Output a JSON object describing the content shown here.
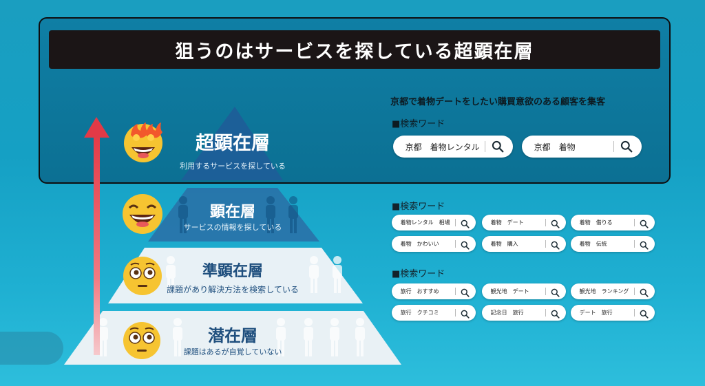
{
  "title": "狙うのはサービスを探している超顕在層",
  "tiers": [
    {
      "name": "超顕在層",
      "sub": "利用するサービスを探している"
    },
    {
      "name": "顕在層",
      "sub": "サービスの情報を探している"
    },
    {
      "name": "準顕在層",
      "sub": "課題があり解決方法を検索している"
    },
    {
      "name": "潜在層",
      "sub": "課題はあるが自覚していない"
    }
  ],
  "right": {
    "headline": "京都で着物デートをしたい購買意欲のある顧客を集客",
    "groups": [
      {
        "label": "■検索ワード",
        "words": [
          "京都　着物レンタル",
          "京都　着物"
        ]
      },
      {
        "label": "■検索ワード",
        "words": [
          "着物レンタル　相場",
          "着物　デート",
          "着物　借りる",
          "着物　かわいい",
          "着物　購入",
          "着物　伝統"
        ]
      },
      {
        "label": "■検索ワード",
        "words": [
          "旅行　おすすめ",
          "観光地　デート",
          "観光地　ランキング",
          "旅行　クチコミ",
          "記念日　旅行",
          "デート　旅行"
        ]
      }
    ]
  },
  "icons": {
    "search": "search-icon",
    "arrow": "arrow-up-icon",
    "faces": [
      "flaming-eyes-face-icon",
      "grinning-face-icon",
      "flushed-face-icon",
      "flushed-face-icon"
    ]
  },
  "colors": {
    "box": "#0c7093",
    "title_bar": "#1b1516",
    "pyramid_top": "#1e6aa3",
    "pyramid_light": "#e8f1f6",
    "arrow": "#e8414c"
  }
}
